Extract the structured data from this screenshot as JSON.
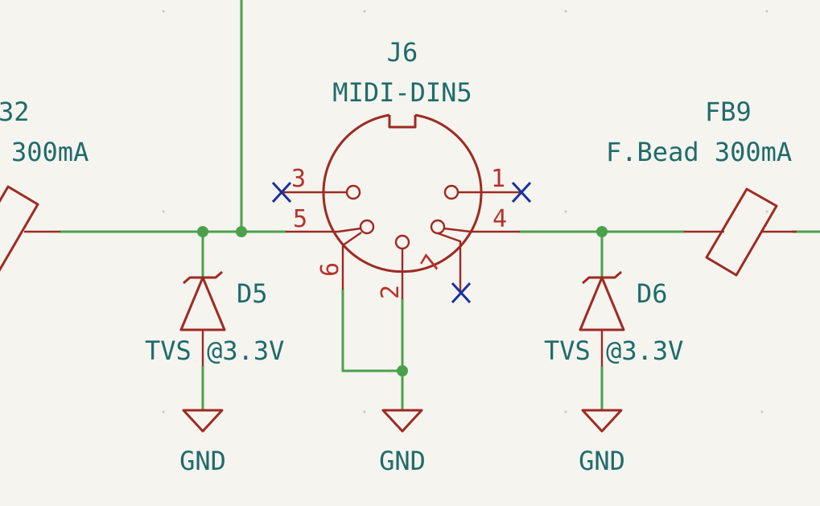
{
  "connector": {
    "ref": "J6",
    "value": "MIDI-DIN5",
    "pins": [
      "3",
      "1",
      "5",
      "4",
      "6",
      "2",
      "7"
    ]
  },
  "bead_left": {
    "ref": "32",
    "value": "300mA"
  },
  "bead_right": {
    "ref": "FB9",
    "value": "F.Bead 300mA"
  },
  "diode_left": {
    "ref": "D5",
    "value": "TVS @3.3V"
  },
  "diode_right": {
    "ref": "D6",
    "value": "TVS @3.3V"
  },
  "gnd": [
    "GND",
    "GND",
    "GND"
  ],
  "colors": {
    "wire": "#4ba14b",
    "symbol": "#9e2a22",
    "text": "#1f6b6b",
    "pin_text": "#b5332a",
    "no_connect": "#1a2fa0",
    "background": "#f5f4ef"
  }
}
